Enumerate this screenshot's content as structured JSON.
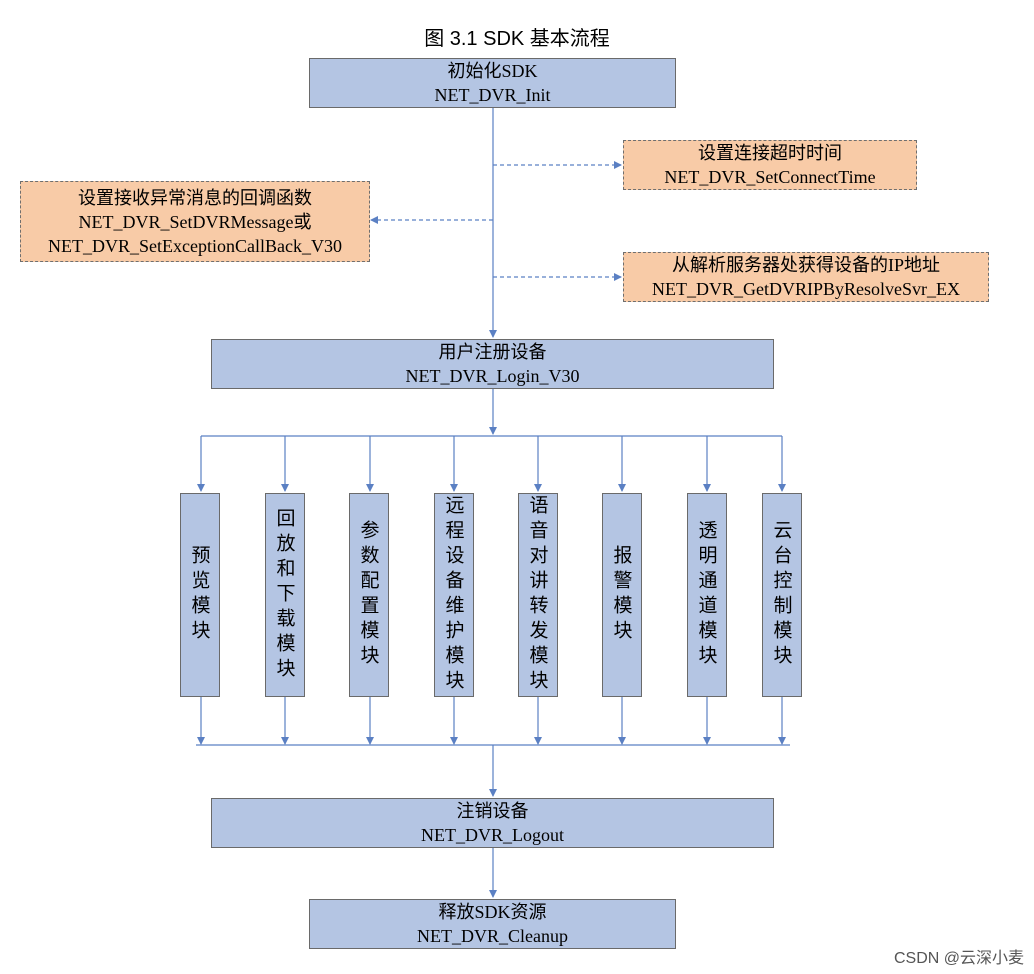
{
  "title": "图 3.1 SDK 基本流程",
  "steps": {
    "init": {
      "cn": "初始化SDK",
      "api": "NET_DVR_Init"
    },
    "login": {
      "cn": "用户注册设备",
      "api": "NET_DVR_Login_V30"
    },
    "logout": {
      "cn": "注销设备",
      "api": "NET_DVR_Logout"
    },
    "cleanup": {
      "cn": "释放SDK资源",
      "api": "NET_DVR_Cleanup"
    }
  },
  "optional": {
    "connect_time": {
      "cn": "设置连接超时时间",
      "api": "NET_DVR_SetConnectTime"
    },
    "callback": {
      "cn": "设置接收异常消息的回调函数",
      "api": "NET_DVR_SetDVRMessage或",
      "api2": "NET_DVR_SetExceptionCallBack_V30"
    },
    "resolve": {
      "cn": "从解析服务器处获得设备的IP地址",
      "api": "NET_DVR_GetDVRIPByResolveSvr_EX"
    }
  },
  "modules": [
    "预览模块",
    "回放和下载模块",
    "参数配置模块",
    "远程设备维护模块",
    "语音对讲转发模块",
    "报警模块",
    "透明通道模块",
    "云台控制模块"
  ],
  "watermark": "CSDN @云深小麦",
  "colors": {
    "step_fill": "#b4c5e3",
    "optional_fill": "#f8cba7",
    "connector": "#5b80c3"
  }
}
